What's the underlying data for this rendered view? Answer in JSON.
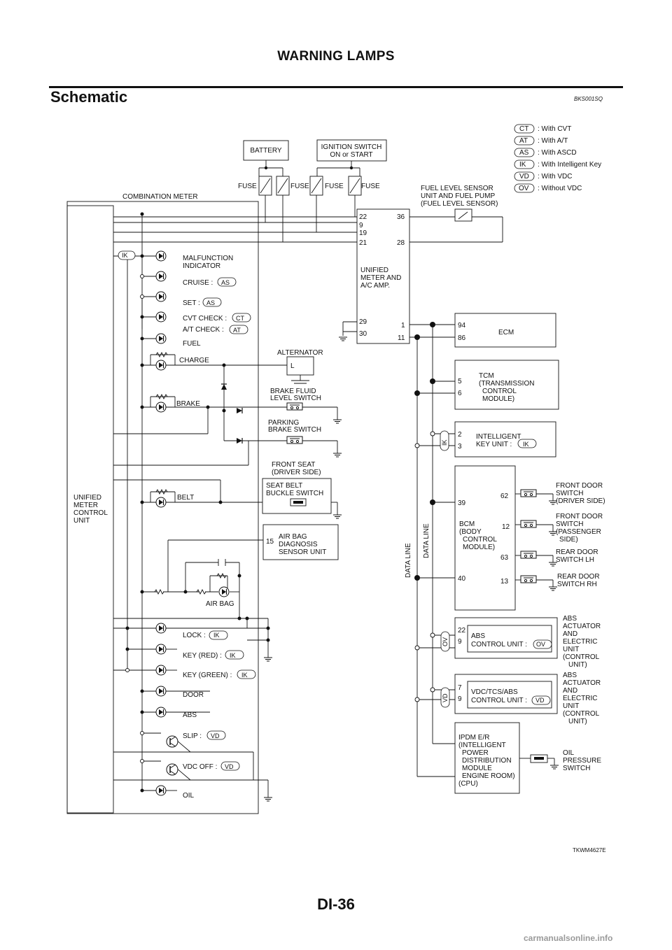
{
  "header": {
    "title": "WARNING LAMPS"
  },
  "section": {
    "title": "Schematic",
    "code": "BKS001SQ"
  },
  "legend": [
    {
      "code": "CT",
      "text": ": With CVT"
    },
    {
      "code": "AT",
      "text": ": With A/T"
    },
    {
      "code": "AS",
      "text": ": With ASCD"
    },
    {
      "code": "IK",
      "text": ": With Intelligent Key"
    },
    {
      "code": "VD",
      "text": ": With VDC"
    },
    {
      "code": "OV",
      "text": ": Without VDC"
    }
  ],
  "power": {
    "battery": "BATTERY",
    "ignition_l1": "IGNITION SWITCH",
    "ignition_l2": "ON or START",
    "fuse": "FUSE"
  },
  "combination_meter": "COMBINATION METER",
  "control_unit": [
    "UNIFIED",
    "METER",
    "CONTROL",
    "UNIT"
  ],
  "amp": {
    "label": [
      "UNIFIED",
      "METER AND",
      "A/C AMP."
    ],
    "pins_left": [
      "22",
      "9",
      "19",
      "21",
      "29",
      "30"
    ],
    "pins_right": [
      "36",
      "28",
      "1",
      "11"
    ]
  },
  "fuel_sensor": [
    "FUEL LEVEL SENSOR",
    "UNIT AND FUEL PUMP",
    "(FUEL LEVEL SENSOR)"
  ],
  "lamps": {
    "ik_tag": "IK",
    "malfunction": [
      "MALFUNCTION",
      "INDICATOR"
    ],
    "cruise": "CRUISE :",
    "set": "SET :",
    "cvt_check": "CVT CHECK :",
    "at_check": "A/T CHECK :",
    "fuel": "FUEL",
    "charge": "CHARGE",
    "brake": "BRAKE",
    "belt": "BELT",
    "air_bag": "AIR BAG",
    "lock": "LOCK :",
    "key_red": "KEY (RED) :",
    "key_green": "KEY (GREEN) :",
    "door": "DOOR",
    "abs": "ABS",
    "slip": "SLIP :",
    "vdc_off": "VDC OFF :",
    "oil": "OIL"
  },
  "alternator": {
    "label": "ALTERNATOR",
    "terminal": "L"
  },
  "brake_fluid": [
    "BRAKE FLUID",
    "LEVEL SWITCH"
  ],
  "parking_brake": [
    "PARKING",
    "BRAKE SWITCH"
  ],
  "front_seat": [
    "FRONT SEAT",
    "(DRIVER SIDE)"
  ],
  "seat_belt": [
    "SEAT BELT",
    "BUCKLE SWITCH"
  ],
  "airbag_unit": {
    "pin": "15",
    "label": [
      "AIR BAG",
      "DIAGNOSIS",
      "SENSOR UNIT"
    ]
  },
  "ecm": {
    "label": "ECM",
    "pins": [
      "94",
      "86"
    ]
  },
  "tcm": {
    "label": [
      "TCM",
      "(TRANSMISSION",
      "CONTROL",
      "MODULE)"
    ],
    "pins": [
      "5",
      "6"
    ]
  },
  "ik_unit": {
    "label": [
      "INTELLIGENT",
      "KEY UNIT :"
    ],
    "pins": [
      "2",
      "3"
    ],
    "tag": "IK"
  },
  "bcm": {
    "label": [
      "BCM",
      "(BODY",
      "CONTROL",
      "MODULE)"
    ],
    "pins_left": [
      "39",
      "40"
    ],
    "pins_right": [
      "62",
      "12",
      "63",
      "13"
    ]
  },
  "door_switches": {
    "front_driver": [
      "FRONT DOOR",
      "SWITCH",
      "(DRIVER SIDE)"
    ],
    "front_pass": [
      "FRONT DOOR",
      "SWITCH",
      "(PASSENGER",
      "SIDE)"
    ],
    "rear_lh": [
      "REAR DOOR",
      "SWITCH LH"
    ],
    "rear_rh": [
      "REAR DOOR",
      "SWITCH RH"
    ]
  },
  "data_line": "DATA LINE",
  "abs_unit": {
    "pins": [
      "22",
      "9"
    ],
    "label": [
      "ABS",
      "CONTROL UNIT :"
    ],
    "tag": "OV"
  },
  "vdc_unit": {
    "pins": [
      "7",
      "9"
    ],
    "label": [
      "VDC/TCS/ABS",
      "CONTROL UNIT :"
    ],
    "tag": "VD"
  },
  "abs_actuator": [
    "ABS",
    "ACTUATOR",
    "AND",
    "ELECTRIC",
    "UNIT",
    "(CONTROL",
    "UNIT)"
  ],
  "ipdm": [
    "IPDM E/R",
    "(INTELLIGENT",
    "POWER",
    "DISTRIBUTION",
    "MODULE",
    "ENGINE ROOM)",
    "(CPU)"
  ],
  "oil_switch": [
    "OIL",
    "PRESSURE",
    "SWITCH"
  ],
  "figure_id": "TKWM4627E",
  "page_number": "DI-36",
  "watermark": "carmanualsonline.info"
}
